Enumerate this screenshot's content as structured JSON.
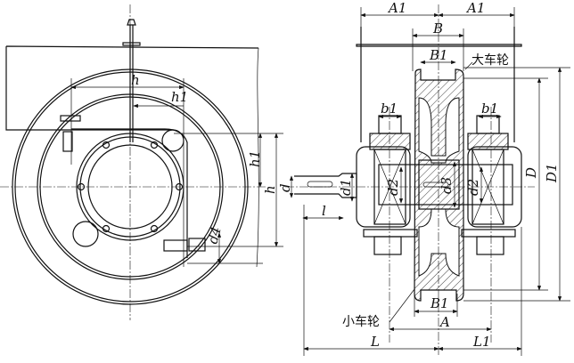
{
  "labels": {
    "A1_left": "A1",
    "A1_right": "A1",
    "B": "B",
    "B1_top": "B1",
    "big_wheel": "大车轮",
    "b1_left": "b1",
    "b1_right": "b1",
    "D": "D",
    "D1": "D1",
    "d1": "d1",
    "d2_left": "d2",
    "d3": "d3",
    "d2_right": "d2",
    "l": "l",
    "small_wheel": "小车轮",
    "B1_bottom": "B1",
    "A": "A",
    "L": "L",
    "L1": "L1",
    "h_top": "h",
    "h1_top": "h1",
    "h1_side": "h1",
    "h_side": "h",
    "d": "d",
    "d4": "d4"
  }
}
